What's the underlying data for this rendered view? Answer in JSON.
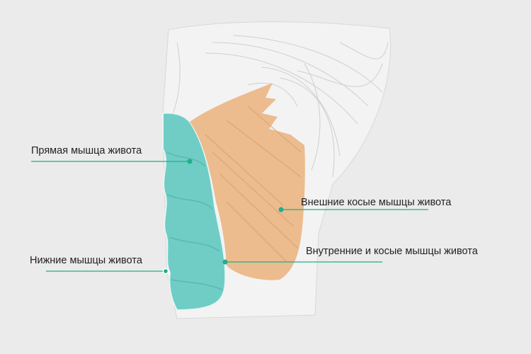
{
  "labels": {
    "rectus": "Прямая мышца живота",
    "lower": "Нижние мышцы живота",
    "external_oblique": "Внешние косые мышцы живота",
    "internal_oblique": "Внутренние и косые мышцы живота"
  },
  "colors": {
    "background": "#ebebeb",
    "teal_muscle": "#6fcdc6",
    "orange_muscle": "#ecbb8e",
    "leader_line": "#1fae8a"
  }
}
